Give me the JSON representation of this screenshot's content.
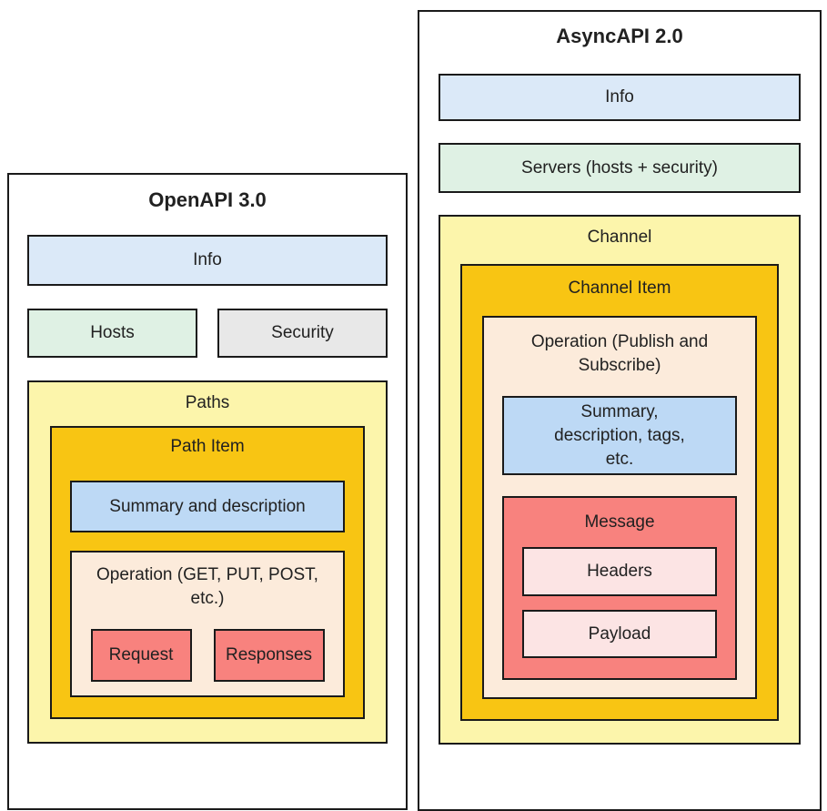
{
  "diagram": {
    "left_panel": {
      "title": "OpenAPI 3.0",
      "info_label": "Info",
      "hosts_label": "Hosts",
      "security_label": "Security",
      "paths_label": "Paths",
      "path_item_label": "Path Item",
      "summary_label": "Summary and description",
      "operation_label": "Operation (GET, PUT, POST, etc.)",
      "request_label": "Request",
      "responses_label": "Responses"
    },
    "right_panel": {
      "title": "AsyncAPI 2.0",
      "info_label": "Info",
      "servers_label": "Servers (hosts + security)",
      "channel_label": "Channel",
      "channel_item_label": "Channel Item",
      "operation_label": "Operation (Publish and Subscribe)",
      "summary_label": "Summary, description, tags, etc.",
      "message_label": "Message",
      "headers_label": "Headers",
      "payload_label": "Payload"
    },
    "colors": {
      "border": "#1a1a1a",
      "info_blue": "#dbe9f8",
      "summary_blue": "#bdd9f5",
      "green": "#dff1e4",
      "gray": "#e8e8e8",
      "light_yellow": "#fcf5ab",
      "gold": "#f8c513",
      "peach": "#fcebdb",
      "salmon": "#f8827e",
      "pink": "#fce4e4"
    }
  }
}
